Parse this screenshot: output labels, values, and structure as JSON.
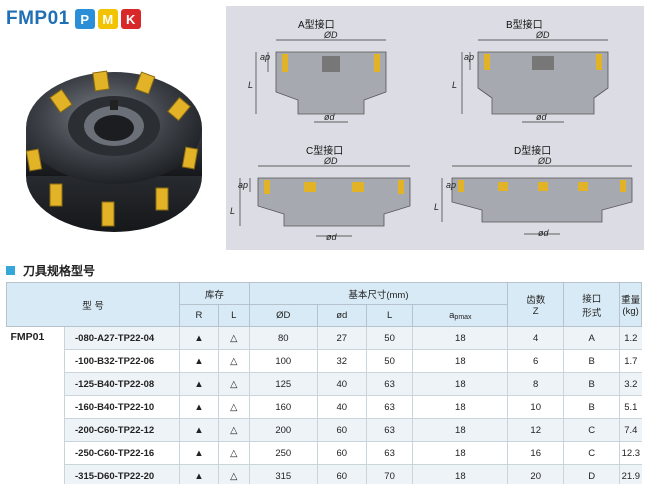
{
  "header": {
    "title": "FMP01",
    "badges": [
      {
        "label": "P",
        "color": "#2a8fd6"
      },
      {
        "label": "M",
        "color": "#f2c300"
      },
      {
        "label": "K",
        "color": "#d8282a"
      }
    ]
  },
  "diagrams": [
    {
      "label": "A型接口",
      "dims": {
        "OD": "ØD",
        "od": "ød",
        "ap": "ap",
        "L": "L"
      }
    },
    {
      "label": "B型接口",
      "dims": {
        "OD": "ØD",
        "od": "ød",
        "ap": "ap",
        "L": "L"
      }
    },
    {
      "label": "C型接口",
      "dims": {
        "OD": "ØD",
        "od": "ød",
        "ap": "ap",
        "L": "L"
      }
    },
    {
      "label": "D型接口",
      "dims": {
        "OD": "ØD",
        "od": "ød",
        "ap": "ap",
        "L": "L"
      }
    }
  ],
  "section": {
    "title": "刀具规格型号"
  },
  "table": {
    "headers": {
      "model": "型 号",
      "stock": "库存",
      "basic_dims": "基本尺寸(mm)",
      "teeth": "齿数",
      "teeth_z": "Z",
      "interface": "接口",
      "interface2": "形式",
      "weight": "重量",
      "weight_unit": "(kg)",
      "R": "R",
      "L_stock": "L",
      "OD": "ØD",
      "od": "ød",
      "L_dim": "L",
      "ap": "a",
      "ap_sub": "pmax"
    },
    "series": "FMP01",
    "rows": [
      {
        "model": "-080-A27-TP22-04",
        "R": "▲",
        "L": "△",
        "D": "80",
        "d": "27",
        "len": "50",
        "ap": "18",
        "z": "4",
        "iface": "A",
        "kg": "1.2"
      },
      {
        "model": "-100-B32-TP22-06",
        "R": "▲",
        "L": "△",
        "D": "100",
        "d": "32",
        "len": "50",
        "ap": "18",
        "z": "6",
        "iface": "B",
        "kg": "1.7"
      },
      {
        "model": "-125-B40-TP22-08",
        "R": "▲",
        "L": "△",
        "D": "125",
        "d": "40",
        "len": "63",
        "ap": "18",
        "z": "8",
        "iface": "B",
        "kg": "3.2"
      },
      {
        "model": "-160-B40-TP22-10",
        "R": "▲",
        "L": "△",
        "D": "160",
        "d": "40",
        "len": "63",
        "ap": "18",
        "z": "10",
        "iface": "B",
        "kg": "5.1"
      },
      {
        "model": "-200-C60-TP22-12",
        "R": "▲",
        "L": "△",
        "D": "200",
        "d": "60",
        "len": "63",
        "ap": "18",
        "z": "12",
        "iface": "C",
        "kg": "7.4"
      },
      {
        "model": "-250-C60-TP22-16",
        "R": "▲",
        "L": "△",
        "D": "250",
        "d": "60",
        "len": "63",
        "ap": "18",
        "z": "16",
        "iface": "C",
        "kg": "12.3"
      },
      {
        "model": "-315-D60-TP22-20",
        "R": "▲",
        "L": "△",
        "D": "315",
        "d": "60",
        "len": "70",
        "ap": "18",
        "z": "20",
        "iface": "D",
        "kg": "21.9"
      }
    ]
  }
}
